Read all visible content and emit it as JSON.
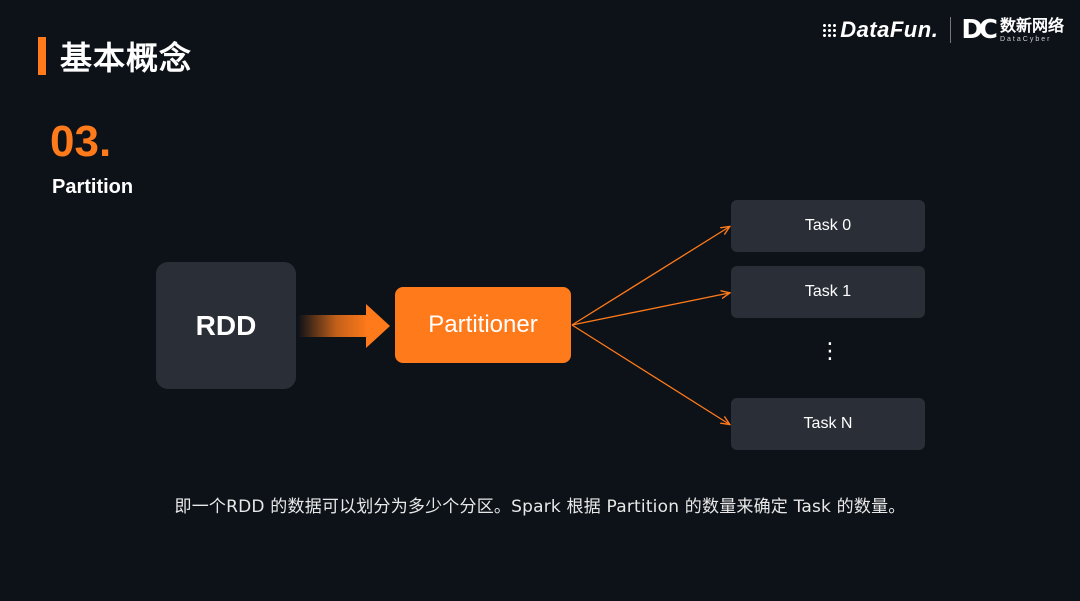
{
  "header": {
    "title": "基本概念"
  },
  "brand": {
    "datafun": "DataFun.",
    "datacyber_mark": "DC",
    "datacyber_cn": "数新网络",
    "datacyber_en": "DataCyber"
  },
  "section": {
    "number": "03.",
    "name": "Partition"
  },
  "diagram": {
    "rdd_label": "RDD",
    "partitioner_label": "Partitioner",
    "tasks": [
      "Task 0",
      "Task 1",
      "Task N"
    ],
    "ellipsis": "⋮"
  },
  "caption": "即一个RDD 的数据可以划分为多少个分区。Spark 根据 Partition 的数量来确定 Task 的数量。",
  "colors": {
    "background": "#0d1118",
    "accent": "#ff7a1a",
    "box": "#2a2e37",
    "text": "#ffffff"
  }
}
